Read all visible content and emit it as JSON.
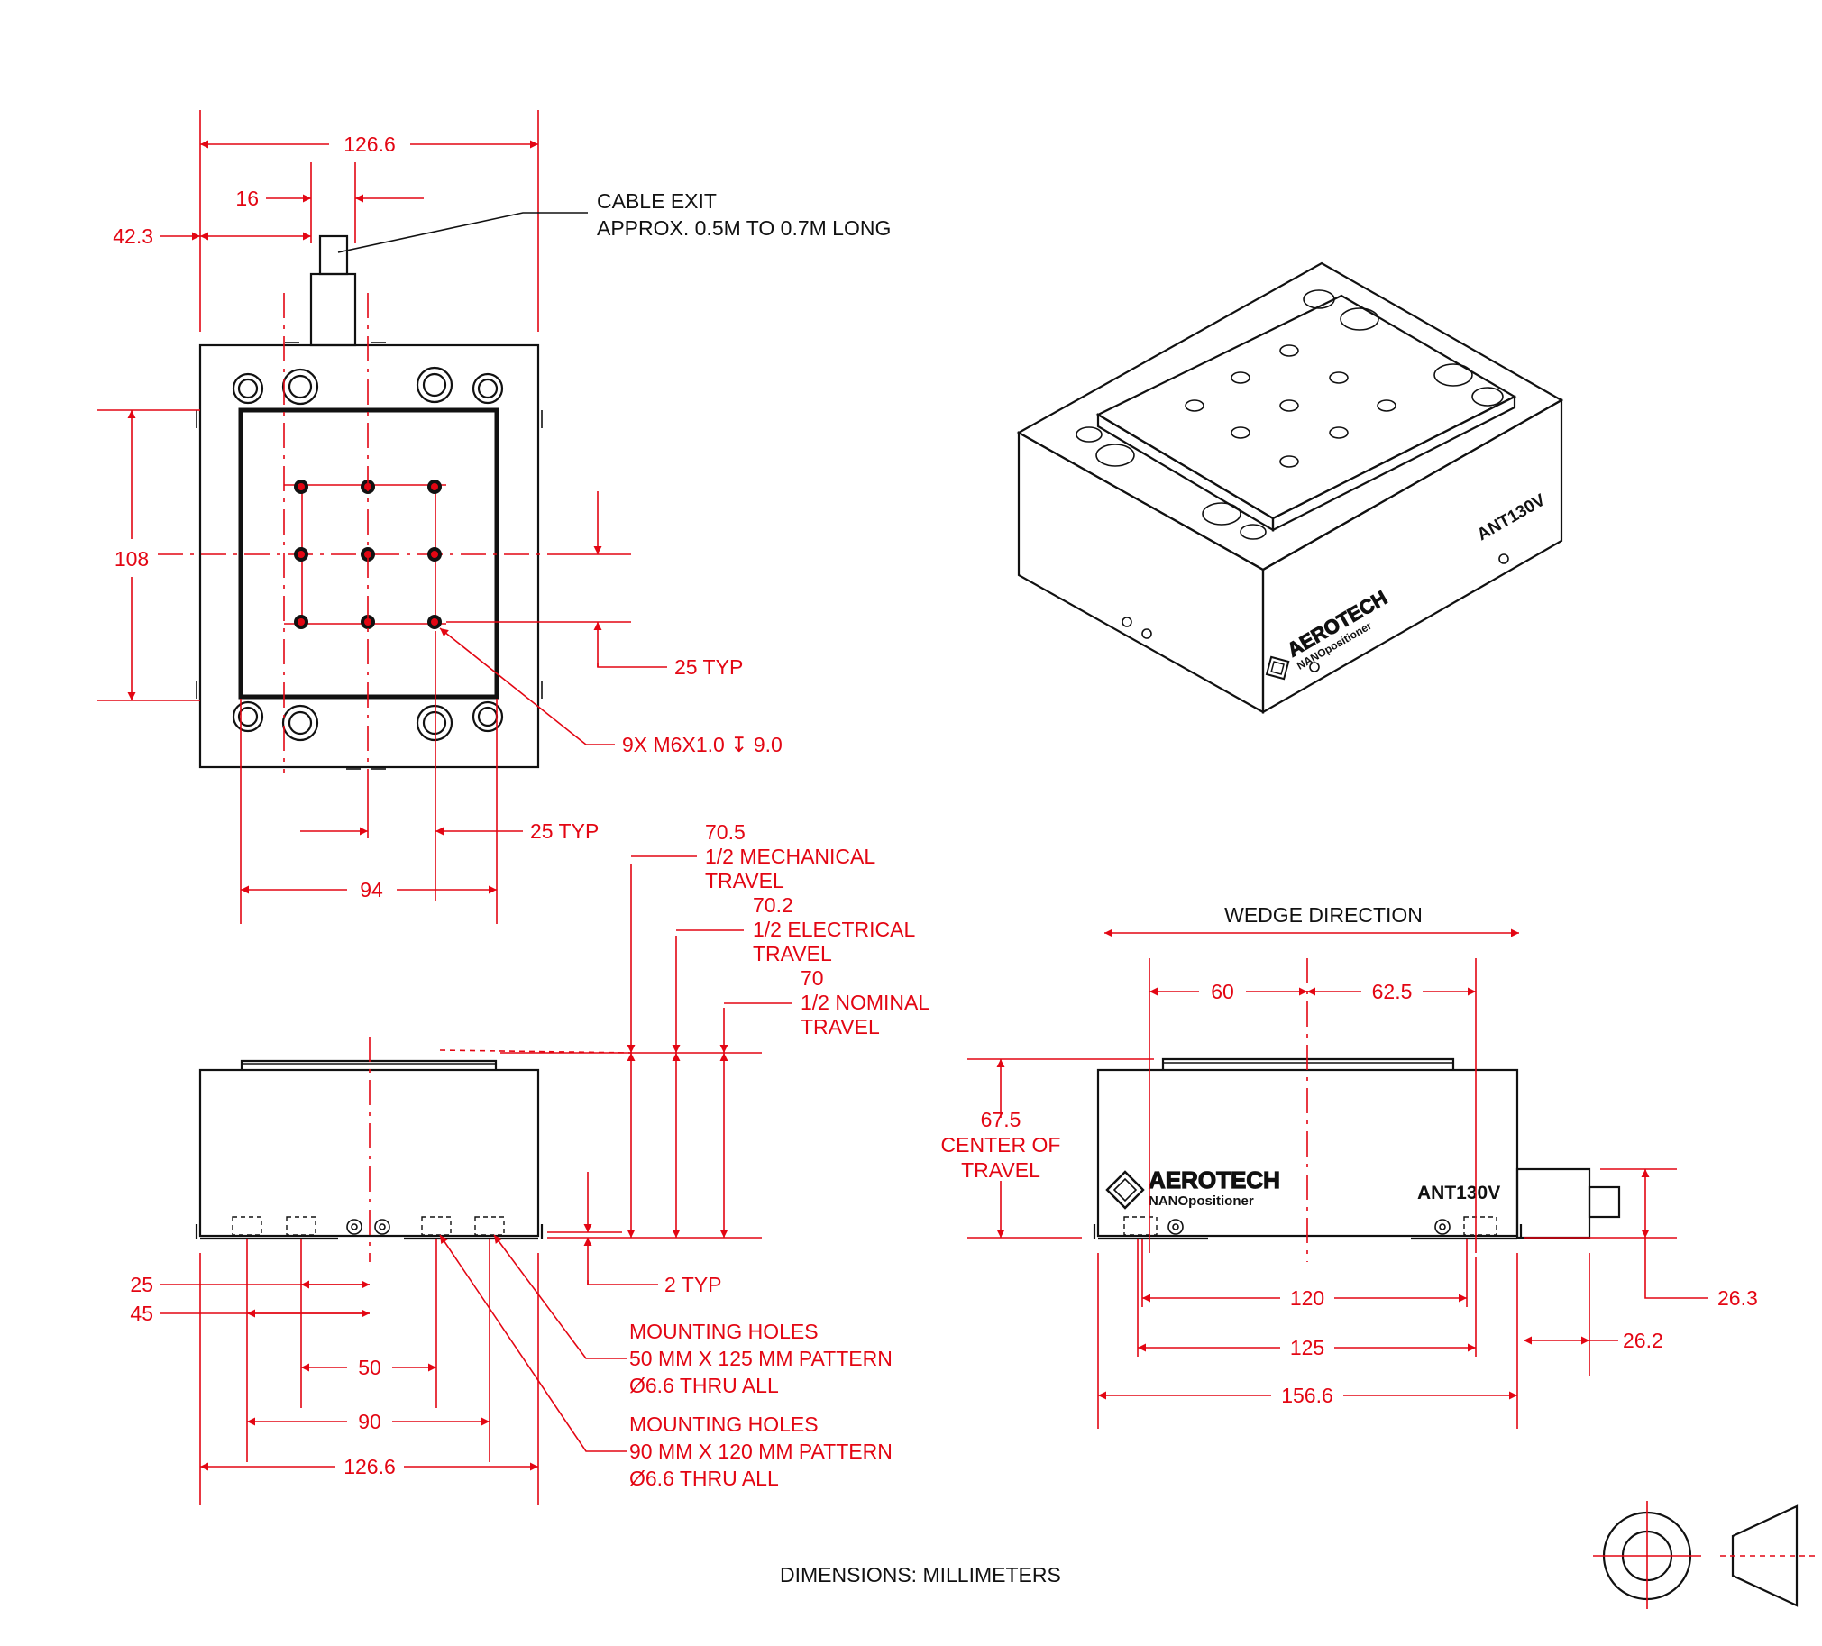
{
  "top_view": {
    "width_overall": "126.6",
    "cable_width": "16",
    "cable_offset": "42.3",
    "cable_note_line1": "CABLE EXIT",
    "cable_note_line2": "APPROX. 0.5M TO 0.7M LONG",
    "height_108": "108",
    "pitch_vertical": "25 TYP",
    "tap_holes": "9X M6X1.0 ↧ 9.0",
    "pitch_horizontal": "25 TYP",
    "table_width": "94"
  },
  "front_view": {
    "mech_travel_value": "70.5",
    "mech_travel_line1": "1/2 MECHANICAL",
    "mech_travel_line2": "TRAVEL",
    "elec_travel_value": "70.2",
    "elec_travel_line1": "1/2 ELECTRICAL",
    "elec_travel_line2": "TRAVEL",
    "nom_travel_value": "70",
    "nom_travel_line1": "1/2 NOMINAL",
    "nom_travel_line2": "TRAVEL",
    "dim_25": "25",
    "dim_45": "45",
    "dim_2typ": "2 TYP",
    "dim_50": "50",
    "dim_90": "90",
    "dim_126": "126.6",
    "mount1_line1": "MOUNTING HOLES",
    "mount1_line2": "50 MM X 125 MM PATTERN",
    "mount1_line3": "Ø6.6 THRU ALL",
    "mount2_line1": "MOUNTING HOLES",
    "mount2_line2": "90 MM X 120 MM PATTERN",
    "mount2_line3": "Ø6.6 THRU ALL"
  },
  "side_view": {
    "wedge_direction": "WEDGE DIRECTION",
    "dim_60": "60",
    "dim_62_5": "62.5",
    "center_value": "67.5",
    "center_line1": "CENTER OF",
    "center_line2": "TRAVEL",
    "dim_120": "120",
    "dim_125": "125",
    "dim_156_6": "156.6",
    "dim_26_3": "26.3",
    "dim_26_2": "26.2"
  },
  "labels": {
    "brand": "AEROTECH",
    "subbrand": "NANOpositioner",
    "model": "ANT130V"
  },
  "footer": {
    "units": "DIMENSIONS:  MILLIMETERS"
  },
  "colors": {
    "dimension": "#e30613",
    "outline": "#111111"
  }
}
